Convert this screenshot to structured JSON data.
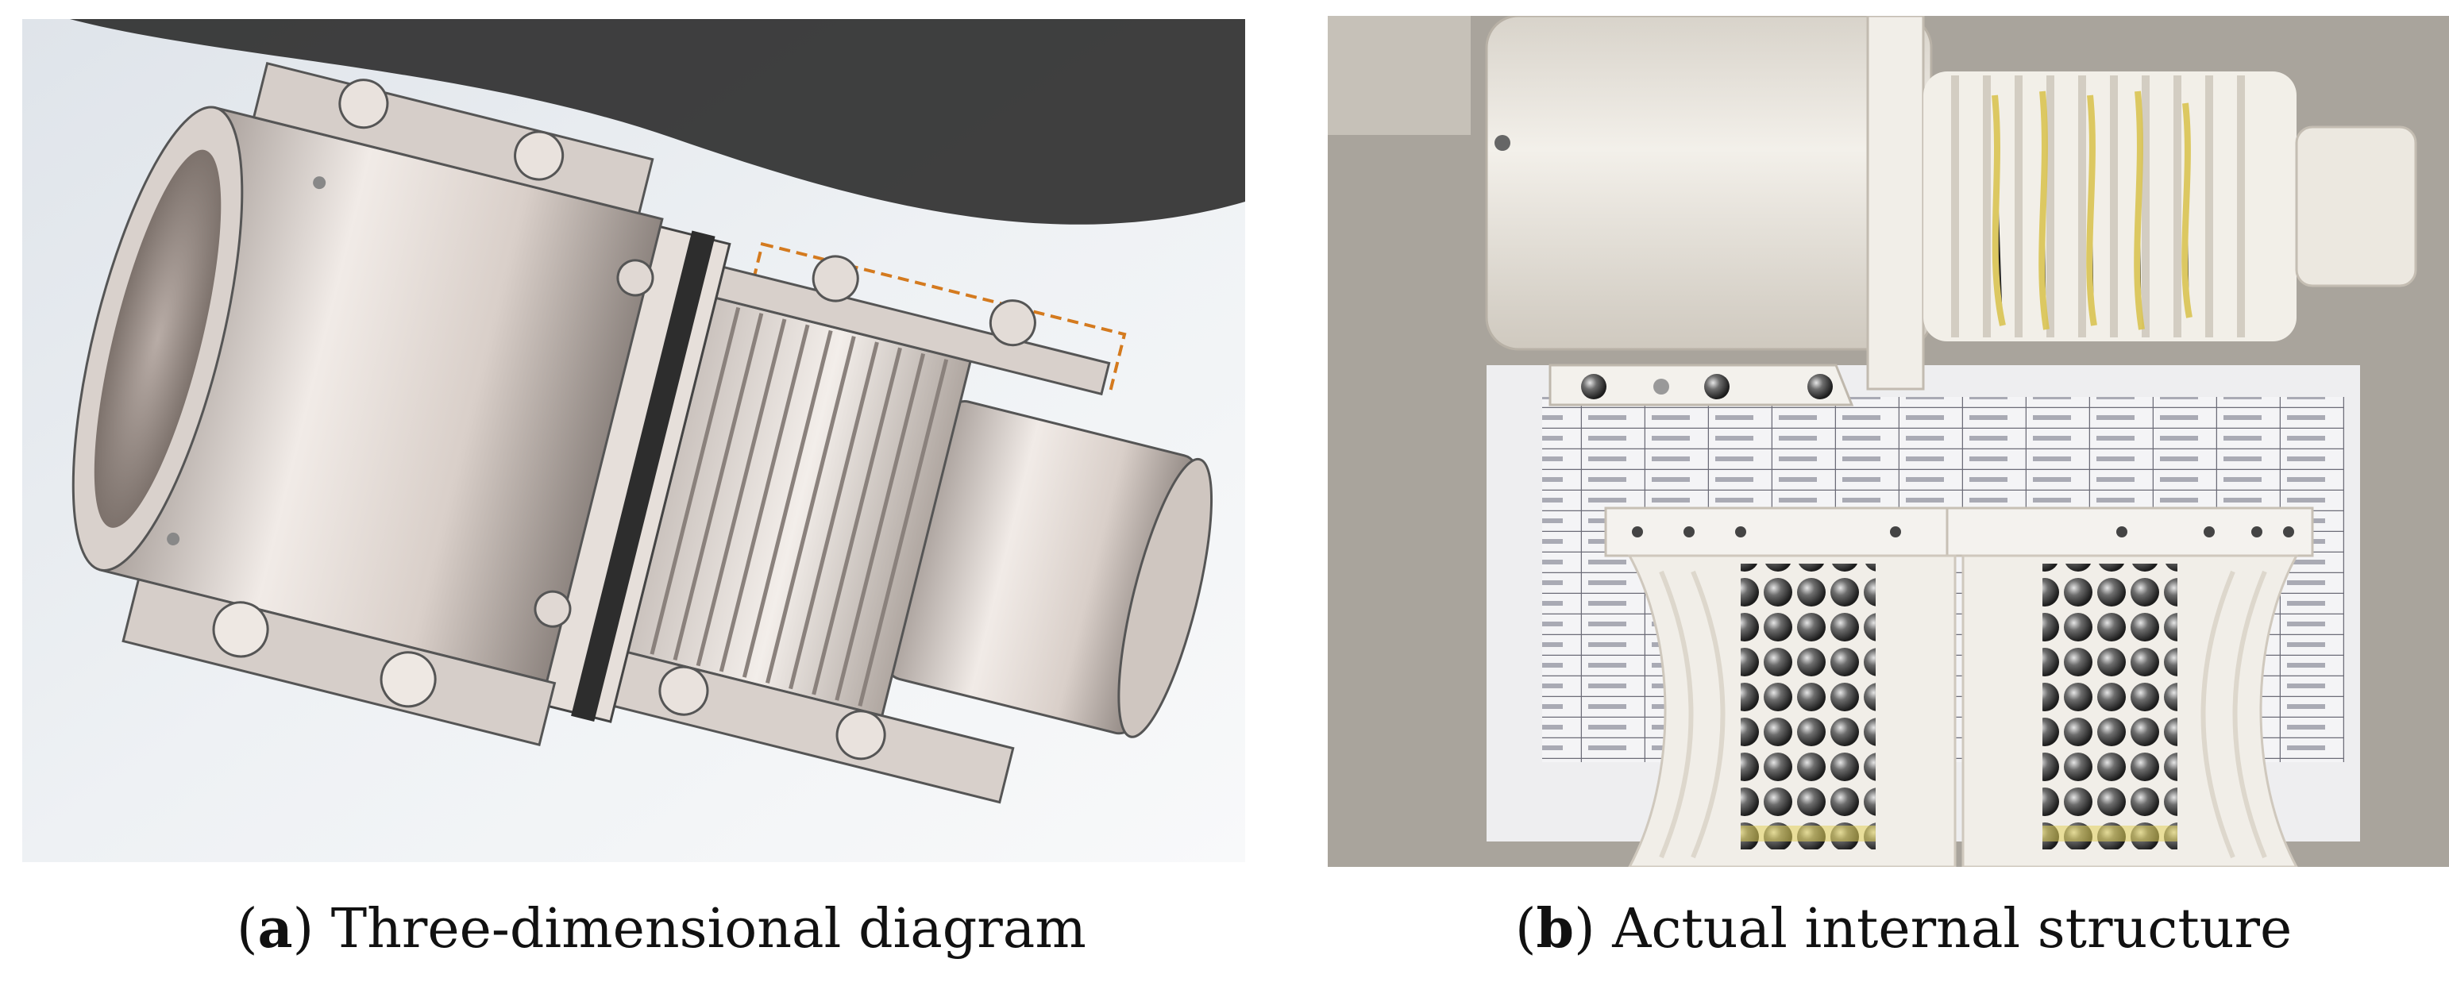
{
  "figure": {
    "panel_a": {
      "caption_letter": "a",
      "caption_text": "Three-dimensional diagram"
    },
    "panel_b": {
      "caption_letter": "b",
      "caption_text": "Actual internal structure"
    }
  }
}
